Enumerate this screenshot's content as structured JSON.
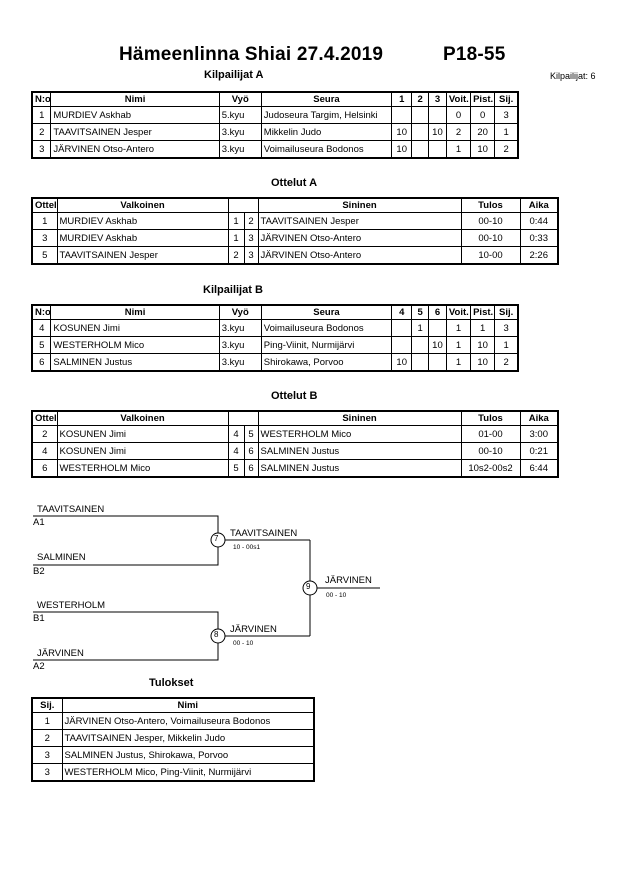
{
  "header": {
    "event": "Hämeenlinna Shiai  27.4.2019",
    "category": "P18-55",
    "competitors_count": "Kilpailijat: 6"
  },
  "pool_a": {
    "title": "Kilpailijat A",
    "columns": [
      "N:o",
      "Nimi",
      "Vyö",
      "Seura",
      "1",
      "2",
      "3",
      "Voit.",
      "Pist.",
      "Sij."
    ],
    "rows": [
      [
        "1",
        "MURDIEV Askhab",
        "5.kyu",
        "Judoseura Targim, Helsinki",
        "",
        "",
        "",
        "0",
        "0",
        "3"
      ],
      [
        "2",
        "TAAVITSAINEN Jesper",
        "3.kyu",
        "Mikkelin Judo",
        "10",
        "",
        "10",
        "2",
        "20",
        "1"
      ],
      [
        "3",
        "JÄRVINEN Otso-Antero",
        "3.kyu",
        "Voimailuseura Bodonos",
        "10",
        "",
        "",
        "1",
        "10",
        "2"
      ]
    ]
  },
  "matches_a": {
    "title": "Ottelut A",
    "columns": [
      "Ottelu",
      "Valkoinen",
      "",
      "",
      "Sininen",
      "Tulos",
      "Aika"
    ],
    "rows": [
      [
        "1",
        "MURDIEV Askhab",
        "1",
        "2",
        "TAAVITSAINEN Jesper",
        "00-10",
        "0:44"
      ],
      [
        "3",
        "MURDIEV Askhab",
        "1",
        "3",
        "JÄRVINEN Otso-Antero",
        "00-10",
        "0:33"
      ],
      [
        "5",
        "TAAVITSAINEN Jesper",
        "2",
        "3",
        "JÄRVINEN Otso-Antero",
        "10-00",
        "2:26"
      ]
    ]
  },
  "pool_b": {
    "title": "Kilpailijat B",
    "columns": [
      "N:o",
      "Nimi",
      "Vyö",
      "Seura",
      "4",
      "5",
      "6",
      "Voit.",
      "Pist.",
      "Sij."
    ],
    "rows": [
      [
        "4",
        "KOSUNEN Jimi",
        "3.kyu",
        "Voimailuseura Bodonos",
        "",
        "1",
        "",
        "1",
        "1",
        "3"
      ],
      [
        "5",
        "WESTERHOLM Mico",
        "3.kyu",
        "Ping-Viinit, Nurmijärvi",
        "",
        "",
        "10",
        "1",
        "10",
        "1"
      ],
      [
        "6",
        "SALMINEN Justus",
        "3.kyu",
        "Shirokawa, Porvoo",
        "10",
        "",
        "",
        "1",
        "10",
        "2"
      ]
    ]
  },
  "matches_b": {
    "title": "Ottelut B",
    "columns": [
      "Ottelu",
      "Valkoinen",
      "",
      "",
      "Sininen",
      "Tulos",
      "Aika"
    ],
    "rows": [
      [
        "2",
        "KOSUNEN Jimi",
        "4",
        "5",
        "WESTERHOLM Mico",
        "01-00",
        "3:00"
      ],
      [
        "4",
        "KOSUNEN Jimi",
        "4",
        "6",
        "SALMINEN Justus",
        "00-10",
        "0:21"
      ],
      [
        "6",
        "WESTERHOLM Mico",
        "5",
        "6",
        "SALMINEN Justus",
        "10s2-00s2",
        "6:44"
      ]
    ]
  },
  "bracket": {
    "entry1_name": "TAAVITSAINEN",
    "entry1_seed": "A1",
    "entry2_name": "SALMINEN",
    "entry2_seed": "B2",
    "entry3_name": "WESTERHOLM",
    "entry3_seed": "B1",
    "entry4_name": "JÄRVINEN",
    "entry4_seed": "A2",
    "match7_no": "7",
    "match7_winner": "TAAVITSAINEN",
    "match7_score": "10 - 00s1",
    "match8_no": "8",
    "match8_winner": "JÄRVINEN",
    "match8_score": "00 - 10",
    "match9_no": "9",
    "match9_winner": "JÄRVINEN",
    "match9_score": "00 - 10"
  },
  "results": {
    "title": "Tulokset",
    "columns": [
      "Sij.",
      "Nimi"
    ],
    "rows": [
      [
        "1",
        "JÄRVINEN Otso-Antero, Voimailuseura Bodonos"
      ],
      [
        "2",
        "TAAVITSAINEN Jesper, Mikkelin Judo"
      ],
      [
        "3",
        "SALMINEN Justus, Shirokawa, Porvoo"
      ],
      [
        "3",
        "WESTERHOLM Mico, Ping-Viinit, Nurmijärvi"
      ]
    ]
  }
}
